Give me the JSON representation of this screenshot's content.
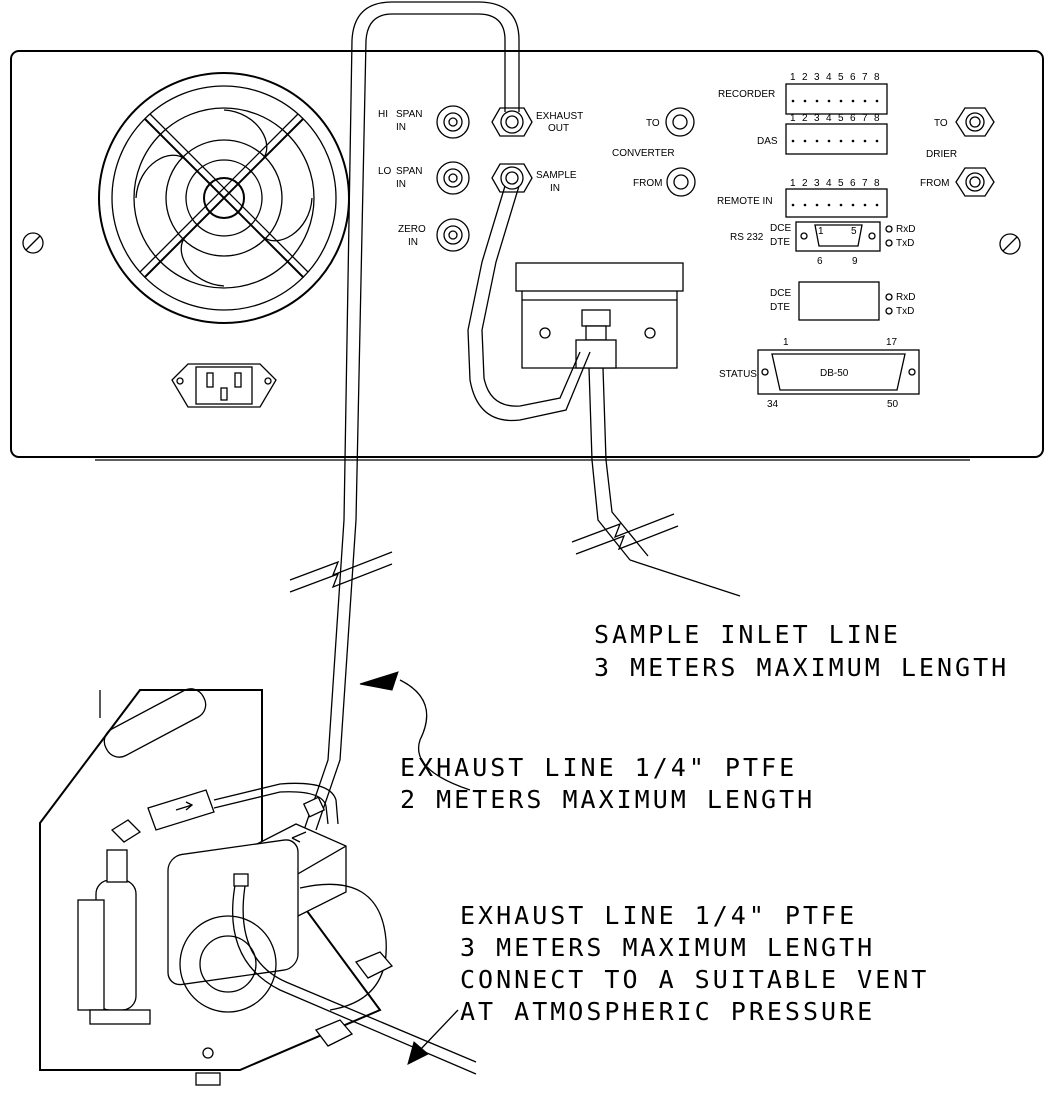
{
  "panel": {
    "ports": {
      "hi_span": [
        "HI",
        "SPAN",
        "IN"
      ],
      "lo_span": [
        "LO",
        "SPAN",
        "IN"
      ],
      "zero": [
        "ZERO",
        "IN"
      ],
      "exhaust_out": [
        "EXHAUST",
        "OUT"
      ],
      "sample_in": [
        "SAMPLE",
        "IN"
      ],
      "to": "TO",
      "converter": "CONVERTER",
      "from": "FROM",
      "drier": "DRIER"
    },
    "terminals": {
      "recorder": "RECORDER",
      "das": "DAS",
      "remote_in": "REMOTE IN",
      "pins": [
        "1",
        "2",
        "3",
        "4",
        "5",
        "6",
        "7",
        "8"
      ]
    },
    "rs232": {
      "label": "RS 232",
      "dce": "DCE",
      "dte": "DTE",
      "rxd": "RxD",
      "txd": "TxD",
      "pin_1": "1",
      "pin_5": "5",
      "pin_6": "6",
      "pin_9": "9"
    },
    "status": {
      "label": "STATUS",
      "connector": "DB-50",
      "pin_1": "1",
      "pin_17": "17",
      "pin_34": "34",
      "pin_50": "50"
    }
  },
  "notes": {
    "sample_inlet": [
      "SAMPLE INLET LINE",
      "3 METERS MAXIMUM LENGTH"
    ],
    "exhaust_2m": [
      "EXHAUST LINE 1/4\" PTFE",
      "2 METERS MAXIMUM LENGTH"
    ],
    "exhaust_3m": [
      "EXHAUST LINE 1/4\" PTFE",
      "3 METERS MAXIMUM LENGTH",
      "CONNECT TO A SUITABLE VENT",
      "AT ATMOSPHERIC PRESSURE"
    ]
  },
  "icons": [
    "fan-icon",
    "power-inlet-icon",
    "screw-icon",
    "fitting-icon",
    "pump-icon",
    "filter-icon",
    "arrow-icon"
  ]
}
